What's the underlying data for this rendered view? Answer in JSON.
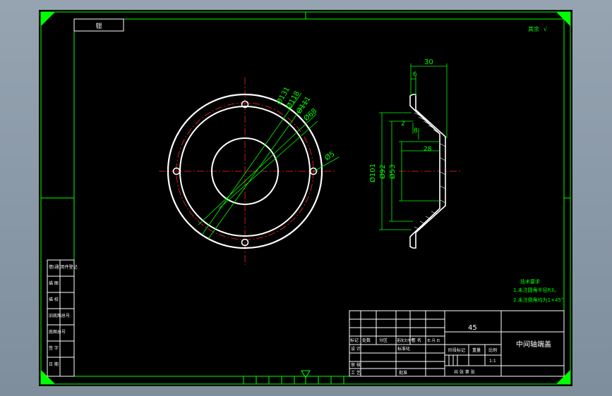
{
  "drawing": {
    "top_left_box": "钳",
    "roughness_note": "其余 ",
    "left_strip": [
      "借(通)用件登记",
      "描 图",
      "描 校",
      "旧底图总号",
      "底图总号",
      "签 字",
      "日 期"
    ],
    "tech_req": {
      "title": "技术要求",
      "line1": "1.未注圆角半径R3。",
      "line2": "2.未注倒角均为1×45°"
    },
    "title_block": {
      "material": "45",
      "part_name": "中间轴端盖",
      "rev_headers": [
        "标记",
        "处数",
        "分区",
        "更改文件号",
        "签 名",
        "年.月.日"
      ],
      "design": "设 计",
      "standard": "标准化",
      "stage_mark": "阶段标记",
      "weight": "重量",
      "ratio": "比例",
      "scale": "1:1",
      "review": "审 核",
      "process": "工 艺",
      "approve": "批准",
      "sheets": "共 张 第 张"
    },
    "front_view": {
      "d1": "Ø131",
      "d2": "Ø118",
      "d3": "Ø111",
      "d4": "Ø68",
      "hole": "Ø5"
    },
    "side_view": {
      "w_total": "30",
      "w_flange": "6",
      "w_step1": "2",
      "w_step2": "8",
      "w_inner": "28",
      "d_outer": "Ø101",
      "d_mid": "Ø92",
      "d_inner": "Ø53"
    }
  }
}
